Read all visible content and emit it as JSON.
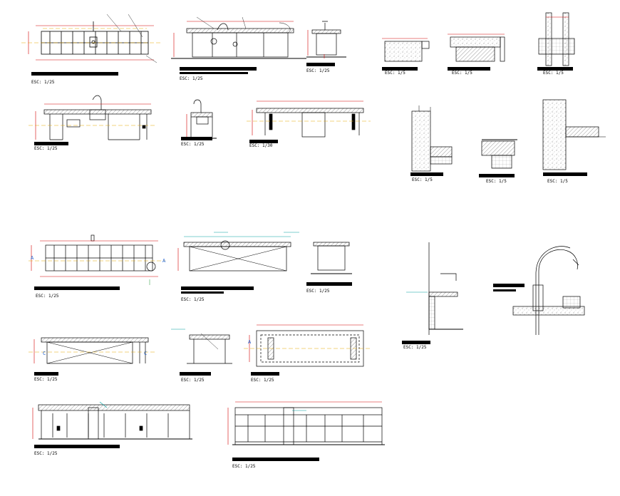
{
  "colors": {
    "line": "#000000",
    "dimension": "#d40000",
    "axis": "#e6a800",
    "annotation": "#00a0a0",
    "accent": "#3fa34d",
    "hatch": "#555555"
  },
  "scales": {
    "s1_25a": "ESC: 1/25",
    "s1_25b": "ESC: 1/25",
    "s1_25c": "ESC: 1/25",
    "s1_25d": "ESC: 1/25",
    "s1_25e": "ESC: 1/25",
    "s1_25f": "ESC: 1/25",
    "s1_25g": "ESC: 1/25",
    "s1_25h": "ESC: 1/25",
    "s1_25i": "ESC: 1/25",
    "s1_25j": "ESC: 1/25",
    "s1_25k": "ESC: 1/25",
    "s1_25l": "ESC: 1/25",
    "s1_25m": "ESC: 1/25",
    "s1_25n": "ESC: 1/25",
    "s1_30": "ESC: 1/30",
    "s1_5a": "ESC: 1/5",
    "s1_5b": "ESC: 1/5",
    "s1_5c": "ESC: 1/5",
    "s1_5d": "ESC: 1/5",
    "s1_5e": "ESC: 1/5",
    "s1_5f": "ESC: 1/5"
  },
  "section_marks": {
    "a_left": "A",
    "a_right": "A",
    "c_left": "C",
    "c_right": "C",
    "a_right2": "A"
  }
}
